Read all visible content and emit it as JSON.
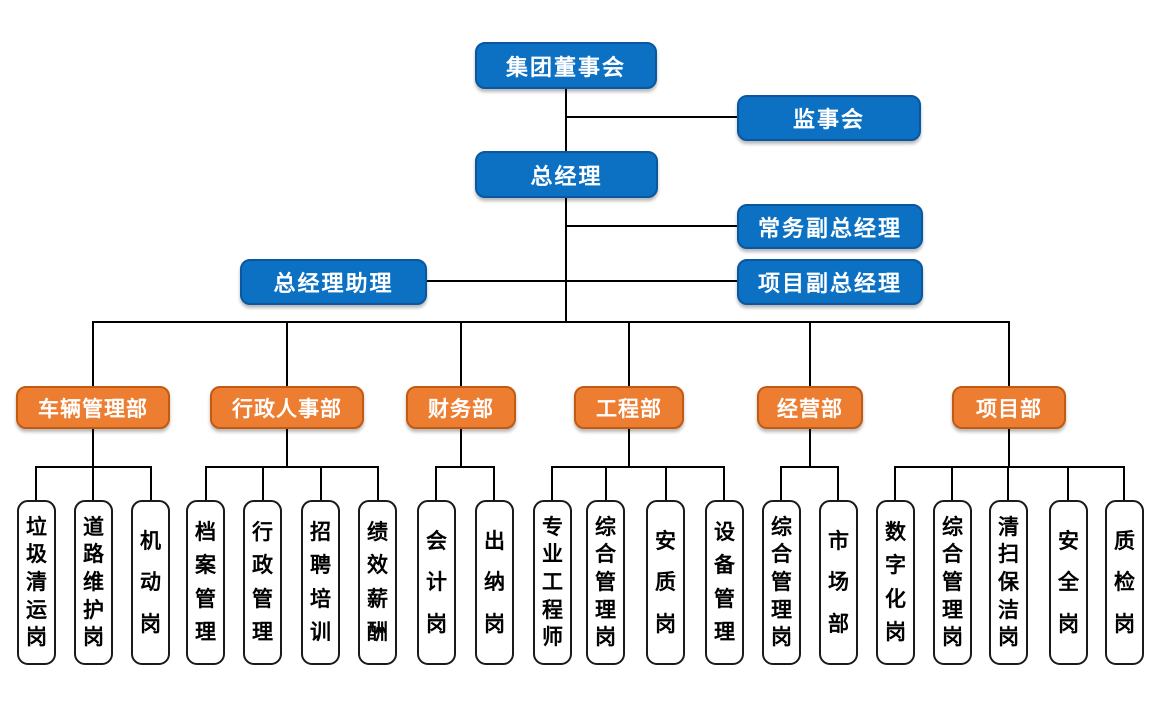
{
  "chart": {
    "type": "org-chart",
    "top_nodes": {
      "board": "集团董事会",
      "supervisory": "监事会",
      "general_manager": "总经理",
      "deputy_gm_executive": "常务副总经理",
      "gm_assistant": "总经理助理",
      "deputy_gm_project": "项目副总经理"
    },
    "departments": [
      {
        "label": "车辆管理部",
        "positions": [
          "垃圾清运岗",
          "道路维护岗",
          "机动岗"
        ]
      },
      {
        "label": "行政人事部",
        "positions": [
          "档案管理",
          "行政管理",
          "招聘培训",
          "绩效薪酬"
        ]
      },
      {
        "label": "财务部",
        "positions": [
          "会计岗",
          "出纳岗"
        ]
      },
      {
        "label": "工程部",
        "positions": [
          "专业工程师",
          "综合管理岗",
          "安质岗",
          "设备管理"
        ]
      },
      {
        "label": "经营部",
        "positions": [
          "综合管理岗",
          "市场部"
        ]
      },
      {
        "label": "项目部",
        "positions": [
          "数字化岗",
          "综合管理岗",
          "清扫保洁岗",
          "安全岗",
          "质检岗"
        ]
      }
    ],
    "colors": {
      "executive_fill": "#0C70C3",
      "executive_border": "#0A57A0",
      "department_fill": "#ED7D31",
      "department_border": "#C25A11",
      "position_border": "#1A1A1A",
      "connector": "#000000"
    }
  }
}
